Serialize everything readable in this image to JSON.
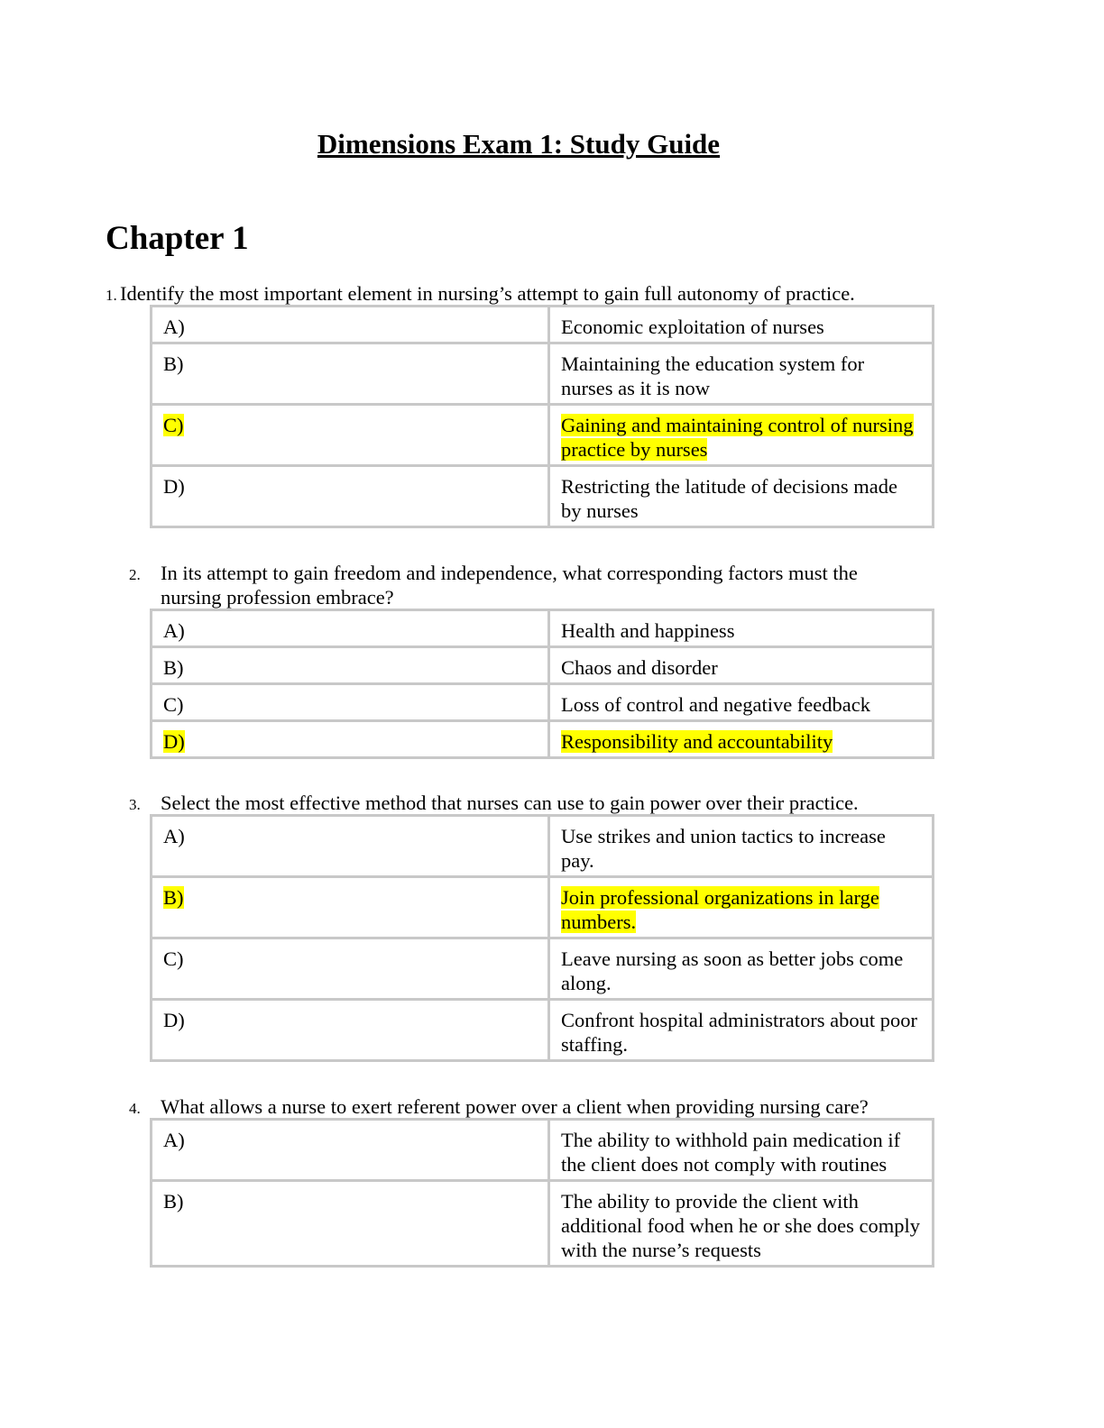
{
  "title": "Dimensions Exam 1: Study Guide",
  "chapter": "Chapter 1",
  "highlight_color": "#ffff00",
  "questions": [
    {
      "number": "1.",
      "text": "Identify the most important element in nursing’s attempt to gain full autonomy of practice.",
      "options": [
        {
          "letter": "A)",
          "text": "Economic exploitation of nurses",
          "highlighted": false
        },
        {
          "letter": "B)",
          "text": "Maintaining the education system for nurses as it is now",
          "highlighted": false
        },
        {
          "letter": "C)",
          "text": "Gaining and maintaining control of nursing practice by nurses",
          "highlighted": true
        },
        {
          "letter": "D)",
          "text": "Restricting the latitude of decisions made by nurses",
          "highlighted": false
        }
      ]
    },
    {
      "number": "2.",
      "text": "In its attempt to gain freedom and independence, what corresponding factors must the nursing profession embrace?",
      "options": [
        {
          "letter": "A)",
          "text": "Health and happiness",
          "highlighted": false
        },
        {
          "letter": "B)",
          "text": "Chaos and disorder",
          "highlighted": false
        },
        {
          "letter": "C)",
          "text": "Loss of control and negative feedback",
          "highlighted": false
        },
        {
          "letter": "D)",
          "text": "Responsibility and accountability",
          "highlighted": true
        }
      ]
    },
    {
      "number": "3.",
      "text": "Select the most effective method that nurses can use to gain power over their practice.",
      "options": [
        {
          "letter": "A)",
          "text": "Use strikes and union tactics to increase pay.",
          "highlighted": false
        },
        {
          "letter": "B)",
          "text": "Join professional organizations in large numbers.",
          "highlighted": true
        },
        {
          "letter": "C)",
          "text": "Leave nursing as soon as better jobs come along.",
          "highlighted": false
        },
        {
          "letter": "D)",
          "text": "Confront hospital administrators about poor staffing.",
          "highlighted": false
        }
      ]
    },
    {
      "number": "4.",
      "text": "What allows a nurse to exert referent power over a client when providing nursing care?",
      "options": [
        {
          "letter": "A)",
          "text": "The ability to withhold pain medication if the client does not comply with routines",
          "highlighted": false
        },
        {
          "letter": "B)",
          "text": "The ability to provide the client with additional food when he or she does comply with the nurse’s requests",
          "highlighted": false
        }
      ]
    }
  ]
}
